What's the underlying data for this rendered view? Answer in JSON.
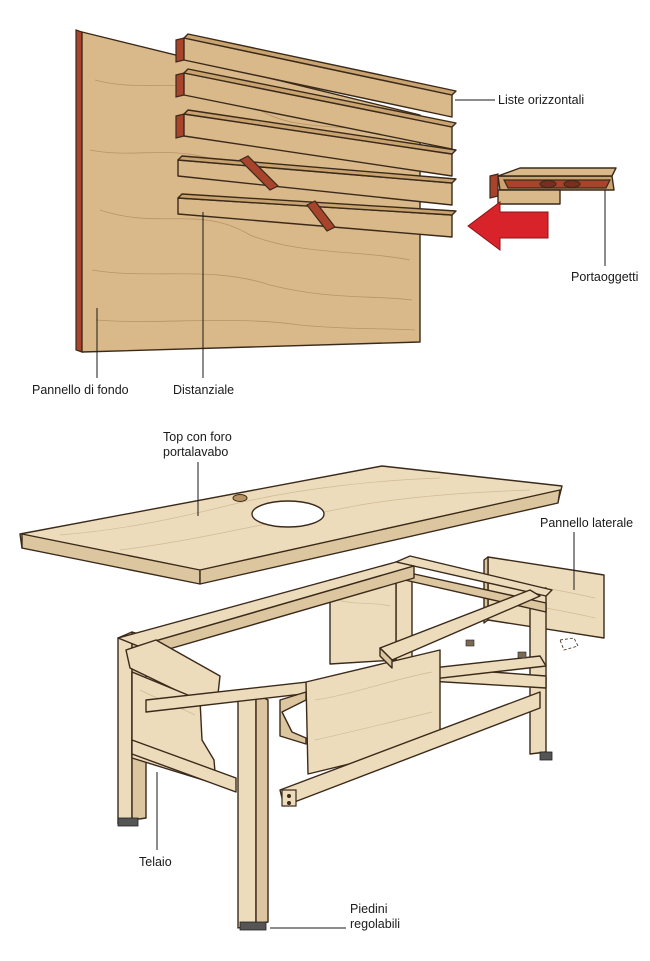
{
  "labels": {
    "liste_orizzontali": "Liste orizzontali",
    "portaoggetti": "Portaoggetti",
    "pannello_di_fondo": "Pannello di fondo",
    "distanziale": "Distanziale",
    "top_line1": "Top con foro",
    "top_line2": "portalavabo",
    "pannello_laterale": "Pannello laterale",
    "telaio": "Telaio",
    "piedini_line1": "Piedini",
    "piedini_line2": "regolabili"
  },
  "colors": {
    "wood": "#d9b98a",
    "wood_edge": "#a8432c",
    "pale_wood": "#ecdcbc",
    "arrow": "#d8232a",
    "ink": "#1a1a1a"
  }
}
